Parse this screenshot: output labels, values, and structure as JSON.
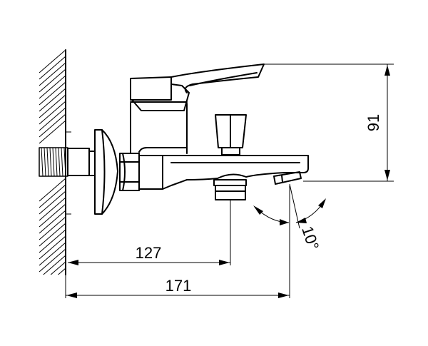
{
  "dimensions": {
    "spout_reach": "127",
    "overall_length": "171",
    "height": "91",
    "angle": "10°"
  }
}
